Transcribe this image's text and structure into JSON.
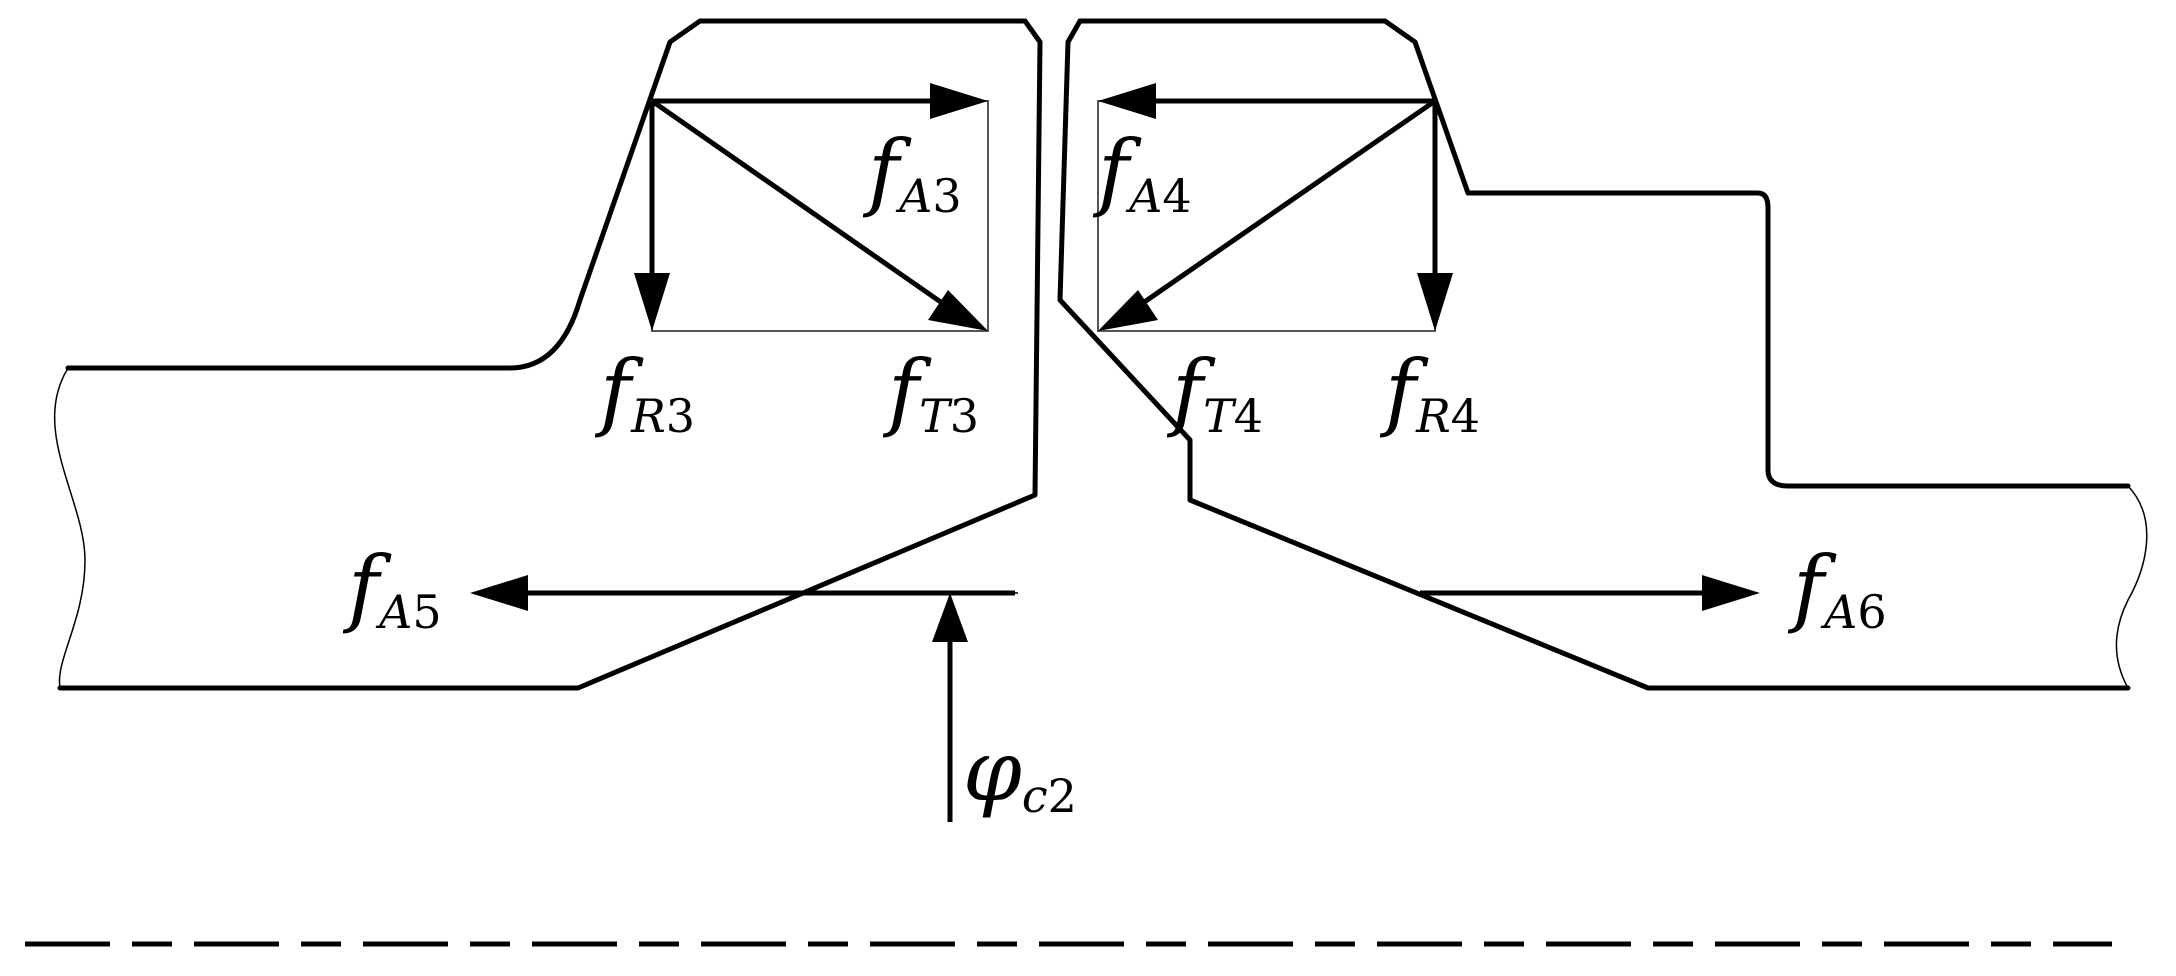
{
  "labels": {
    "fA3": {
      "main": "f",
      "sub": "A",
      "num": "3"
    },
    "fR3": {
      "main": "f",
      "sub": "R",
      "num": "3"
    },
    "fT3": {
      "main": "f",
      "sub": "T",
      "num": "3"
    },
    "fA4": {
      "main": "f",
      "sub": "A",
      "num": "4"
    },
    "fT4": {
      "main": "f",
      "sub": "T",
      "num": "4"
    },
    "fR4": {
      "main": "f",
      "sub": "R",
      "num": "4"
    },
    "fA5": {
      "main": "f",
      "sub": "A",
      "num": "5"
    },
    "fA6": {
      "main": "f",
      "sub": "A",
      "num": "6"
    },
    "phic2": {
      "main": "φ",
      "sub": "c",
      "num": "2"
    }
  }
}
